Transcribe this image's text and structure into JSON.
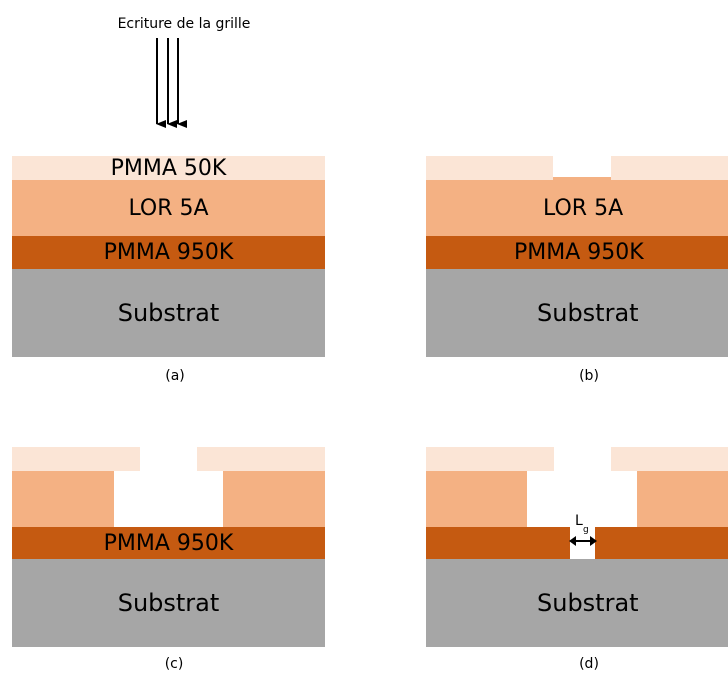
{
  "title": "Ecriture de la grille",
  "layers": {
    "pmma50": "PMMA 50K",
    "lor": "LOR 5A",
    "pmma950": "PMMA 950K",
    "substrate": "Substrat"
  },
  "captions": {
    "a": "(a)",
    "b": "(b)",
    "c": "(c)",
    "d": "(d)"
  },
  "gate_length": {
    "main": "L",
    "sub": "g"
  },
  "colors": {
    "pmma50": "#fbe5d6",
    "lor": "#f4b183",
    "pmma950": "#c55a11",
    "substrate": "#a6a6a6"
  }
}
